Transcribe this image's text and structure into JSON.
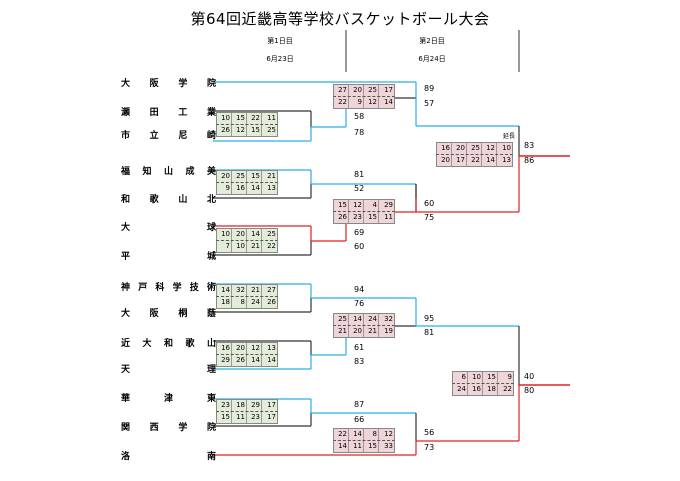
{
  "title": "第64回近畿高等学校バスケットボール大会",
  "day1": {
    "label": "第1日目",
    "date": "6月23日"
  },
  "day2": {
    "label": "第2日目",
    "date": "6月24日"
  },
  "overtime_label": "延長",
  "teams": [
    "大阪学院",
    "瀬田工業",
    "市立尼崎",
    "福知山成美",
    "和歌山北",
    "大球",
    "平城",
    "神戸科学技術",
    "大阪桐蔭",
    "近大和歌山",
    "天理",
    "華津東",
    "関西学院",
    "洛南"
  ],
  "r1_quarters": {
    "seta_amagasaki": [
      [
        "10",
        "15",
        "22",
        "11"
      ],
      [
        "26",
        "12",
        "15",
        "25"
      ]
    ],
    "fukuchiyama_wakayama": [
      [
        "20",
        "25",
        "15",
        "21"
      ],
      [
        "9",
        "16",
        "14",
        "13"
      ]
    ],
    "daikyu_heijo": [
      [
        "10",
        "20",
        "14",
        "25"
      ],
      [
        "7",
        "10",
        "21",
        "22"
      ]
    ],
    "kobe_toin": [
      [
        "14",
        "32",
        "21",
        "27"
      ],
      [
        "18",
        "8",
        "24",
        "26"
      ]
    ],
    "kindai_tenri": [
      [
        "16",
        "20",
        "12",
        "13"
      ],
      [
        "29",
        "26",
        "14",
        "14"
      ]
    ],
    "katsu_kansai": [
      [
        "23",
        "18",
        "29",
        "17"
      ],
      [
        "15",
        "11",
        "23",
        "17"
      ]
    ]
  },
  "r1_scores": {
    "seta": "58",
    "amagasaki": "78",
    "fukuchiyama": "81",
    "wakayama": "52",
    "daikyu": "69",
    "heijo": "60",
    "kobe": "94",
    "toin": "76",
    "kindai": "61",
    "tenri": "83",
    "katsu": "87",
    "kansai": "66"
  },
  "r2_quarters": {
    "osaka_amagasaki": [
      [
        "27",
        "20",
        "25",
        "17"
      ],
      [
        "22",
        "9",
        "12",
        "14"
      ]
    ],
    "fukuchiyama_daikyu": [
      [
        "15",
        "12",
        "4",
        "29"
      ],
      [
        "26",
        "23",
        "15",
        "11"
      ]
    ],
    "kobe_tenri": [
      [
        "25",
        "14",
        "24",
        "32"
      ],
      [
        "21",
        "20",
        "21",
        "19"
      ]
    ],
    "kansai_rakunan": [
      [
        "22",
        "14",
        "8",
        "12"
      ],
      [
        "14",
        "11",
        "15",
        "33"
      ]
    ]
  },
  "r2_scores": {
    "osaka": "89",
    "amagasaki": "57",
    "fukuchiyama": "60",
    "daikyu": "75",
    "kobe": "95",
    "tenri": "81",
    "kansai": "56",
    "rakunan": "73"
  },
  "semi_quarters": {
    "top": [
      [
        "16",
        "20",
        "25",
        "12",
        "10"
      ],
      [
        "20",
        "17",
        "22",
        "14",
        "13"
      ]
    ],
    "bottom": [
      [
        "6",
        "10",
        "15",
        "9"
      ],
      [
        "24",
        "16",
        "18",
        "22"
      ]
    ]
  },
  "semi_scores": {
    "osaka": "83",
    "daikyu": "86",
    "kobe": "40",
    "rakunan": "80"
  },
  "colors": {
    "winner_blue": "#2aaee6",
    "winner_red": "#e02020",
    "line": "#333333"
  }
}
